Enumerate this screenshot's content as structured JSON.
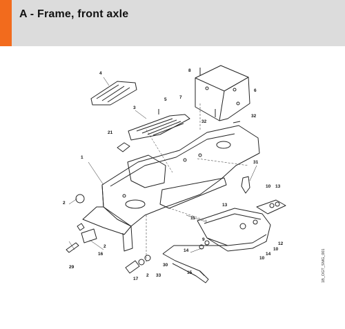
{
  "page": {
    "title": "A - Frame, front axle",
    "drawing_code": "1B_OGT_SMG_001",
    "accent_color": "#f26b1d",
    "header_color": "#dcdcdc"
  },
  "callouts": [
    "4",
    "8",
    "6",
    "5",
    "7",
    "3",
    "32",
    "32",
    "21",
    "1",
    "31",
    "10",
    "13",
    "2",
    "13",
    "11",
    "9",
    "12",
    "10",
    "14",
    "14",
    "2",
    "16",
    "29",
    "30",
    "2",
    "33",
    "17",
    "15",
    "10"
  ]
}
